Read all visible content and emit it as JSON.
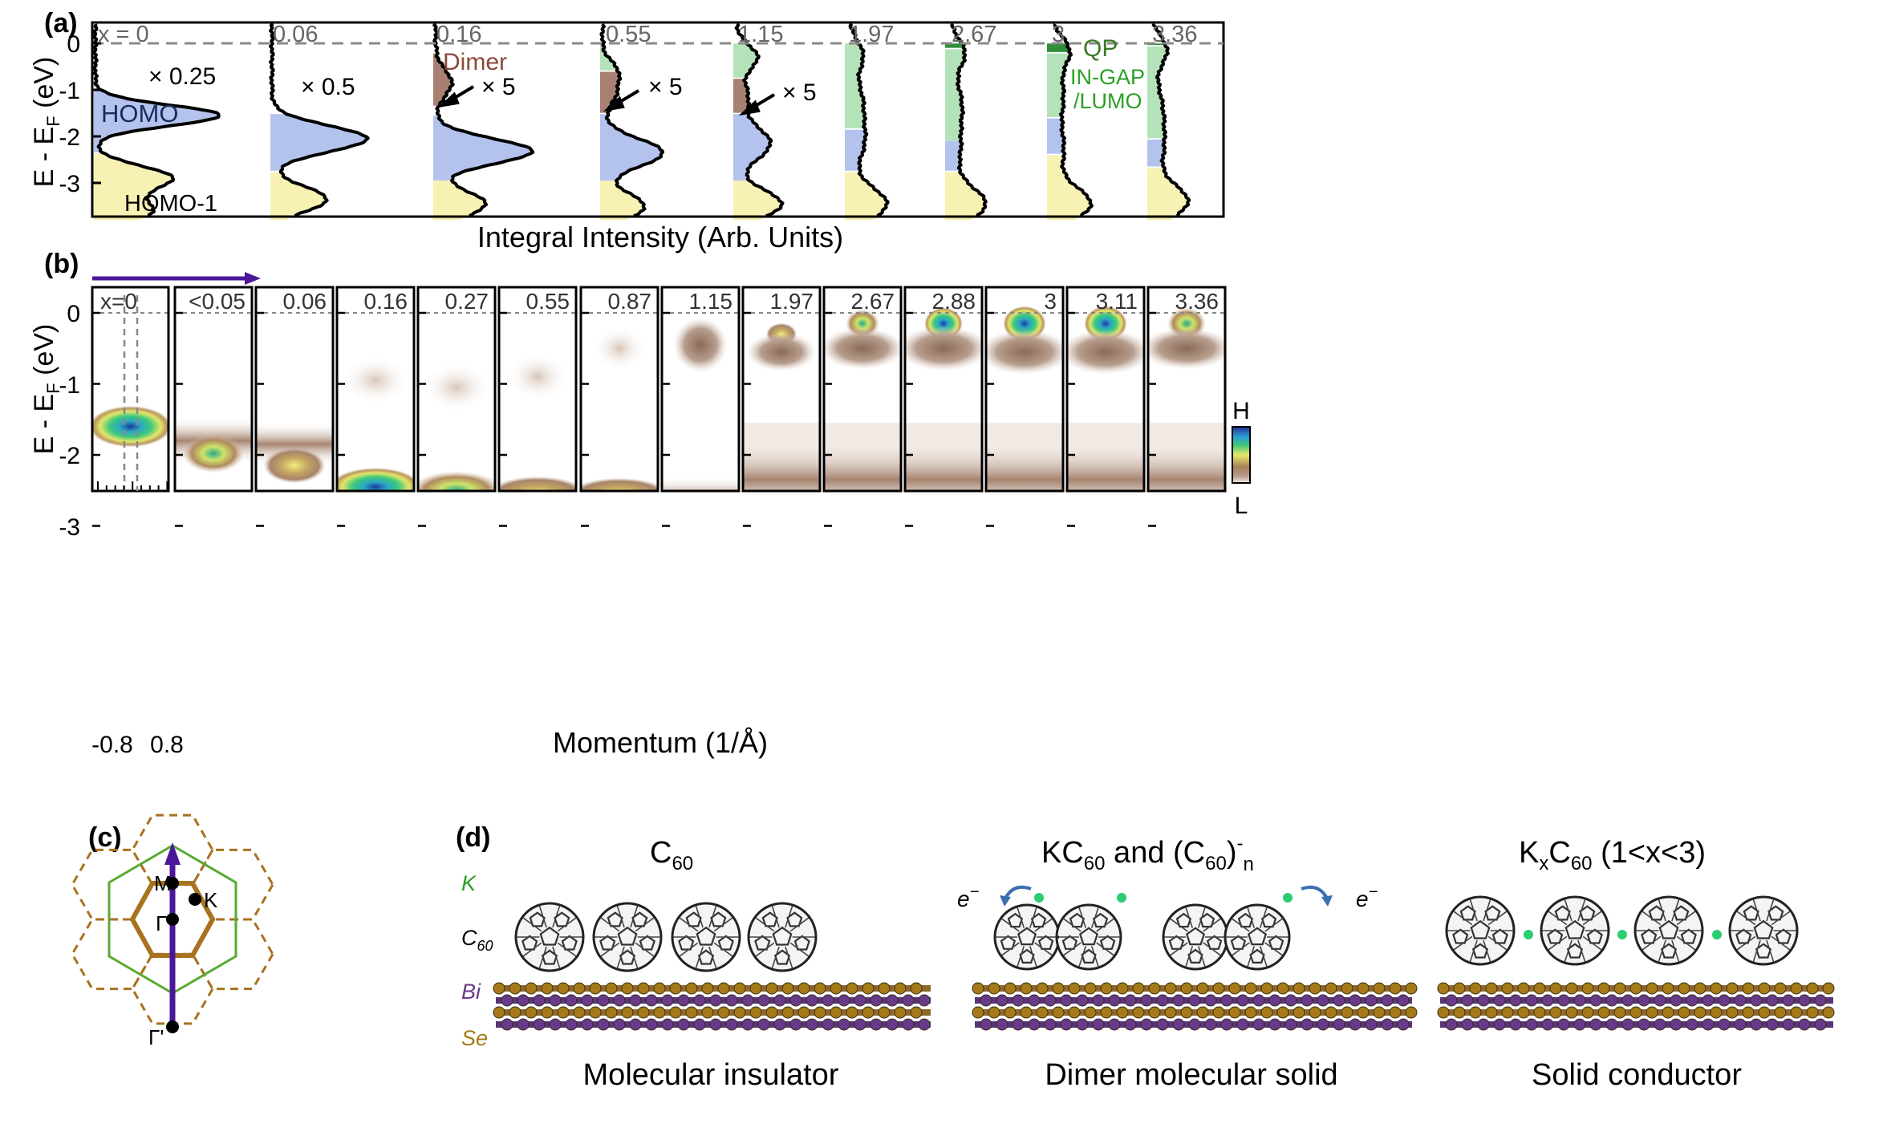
{
  "panel_letters": {
    "a": "(a)",
    "b": "(b)",
    "c": "(c)",
    "d": "(d)"
  },
  "colors": {
    "homo": "#b4c3ee",
    "homo1": "#f8f1b4",
    "dimer": "#a88072",
    "ingap": "#b4e3ba",
    "qp": "#2f8f3a",
    "qp_text": "#3c7a25",
    "ingap_text": "#2aa024",
    "dimer_text": "#8a4a38",
    "bi": "#6a3a8a",
    "se": "#a57a18",
    "k_atom": "#2ecc71",
    "arrow": "#4b169a",
    "bz_outer": "#5aaa32",
    "bz_hex": "#a8721f"
  },
  "panel_a": {
    "y_label_main": "E - E",
    "y_label_sub": "F",
    "y_label_unit": " (eV)",
    "y_ticks": [
      "0",
      "-1",
      "-2",
      "-3"
    ],
    "x_label": "Integral Intensity (Arb. Units)",
    "annotations": {
      "scale_025": "× 0.25",
      "scale_05": "× 0.5",
      "scale_5": "× 5",
      "homo": "HOMO",
      "homo1": "HOMO-1",
      "dimer": "Dimer",
      "qp": "QP",
      "ingap_line1": "IN-GAP",
      "ingap_line2": "/LUMO"
    },
    "sub_labels": [
      "x = 0",
      "0.06",
      "0.16",
      "0.55",
      "1.15",
      "1.97",
      "2.67",
      "3",
      "3.36"
    ]
  },
  "panel_b": {
    "y_label_main": "E - E",
    "y_label_sub": "F",
    "y_label_unit": " (eV)",
    "y_ticks": [
      "0",
      "-1",
      "-2",
      "-3"
    ],
    "x_ticks": [
      "-0.8",
      "0.8"
    ],
    "x_label": "Momentum (1/Å)",
    "colorbar_high": "H",
    "colorbar_low": "L",
    "sub_labels": [
      "x=0",
      "<0.05",
      "0.06",
      "0.16",
      "0.27",
      "0.55",
      "0.87",
      "1.15",
      "1.97",
      "2.67",
      "2.88",
      "3",
      "3.11",
      "3.36"
    ]
  },
  "panel_c": {
    "labels": {
      "m": "M",
      "k": "K",
      "gamma": "Γ",
      "gamma_prime": "Γ'"
    }
  },
  "panel_d": {
    "legend": {
      "k": "K",
      "c60": "C",
      "c60_sub": "60",
      "bi": "Bi",
      "se": "Se"
    },
    "titles": {
      "t1_main": "C",
      "t1_sub": "60",
      "t2_a": "KC",
      "t2_b": "60",
      "t2_c": " and (C",
      "t2_d": "60",
      "t2_e": ")",
      "t2_sup": "-",
      "t2_n": "n",
      "t3_a": "K",
      "t3_b": "x",
      "t3_c": "C",
      "t3_d": "60",
      "t3_e": " (1<x<3)"
    },
    "electron": "e",
    "electron_sup": "−",
    "captions": [
      "Molecular insulator",
      "Dimer molecular solid",
      "Solid conductor"
    ]
  }
}
